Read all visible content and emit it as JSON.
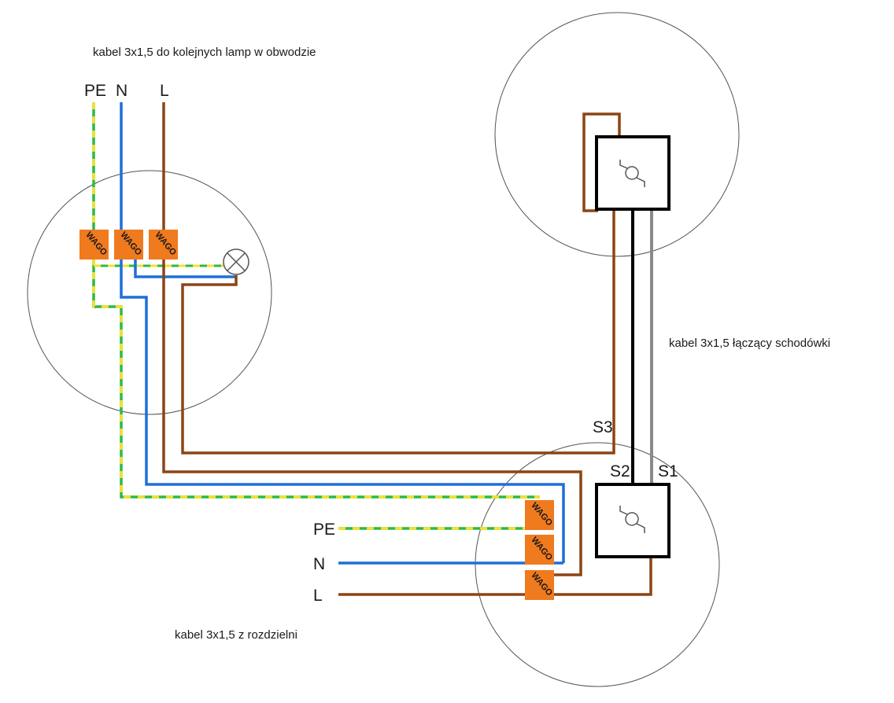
{
  "captions": {
    "top": "kabel 3x1,5 do kolejnych lamp w obwodzie",
    "middle": "kabel 3x1,5 łączący schodówki",
    "bottom": "kabel 3x1,5 z rozdzielni"
  },
  "top_conductors": {
    "pe": "PE",
    "n": "N",
    "l": "L"
  },
  "supply_conductors": {
    "pe": "PE",
    "n": "N",
    "l": "L"
  },
  "switch_terminals": {
    "s1": "S1",
    "s2": "S2",
    "s3": "S3"
  },
  "connector_label": "WAGO",
  "colors": {
    "phase_brown": "#8B4513",
    "neutral_blue": "#1E6FD9",
    "earth_green": "#2DB84A",
    "earth_yellow": "#F2E22E",
    "traveler_black": "#000000",
    "traveler_gray": "#8A8A8A",
    "wago_orange": "#F07A1E",
    "box_outline": "#555555"
  }
}
